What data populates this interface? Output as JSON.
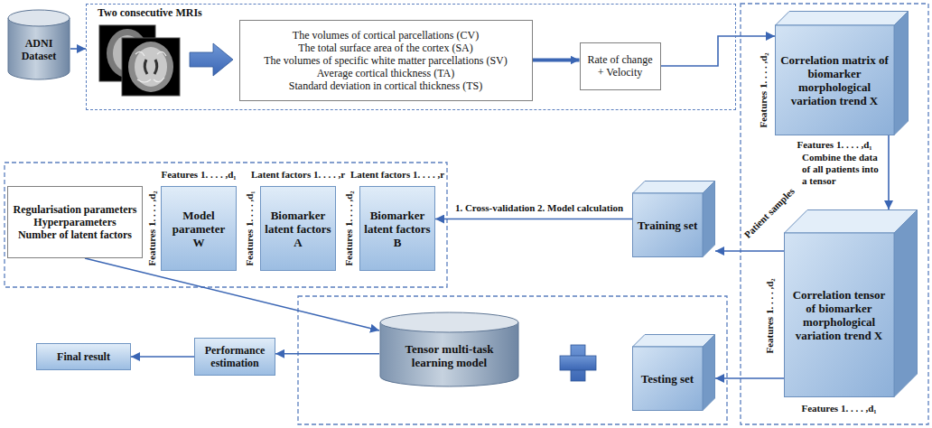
{
  "diagram": {
    "nodes": [
      {
        "text": [
          "ADNI Dataset"
        ]
      },
      {
        "text": [
          "Two consecutive MRIs"
        ]
      },
      {
        "text": [
          "The volumes of cortical parcellations (CV)",
          "The total surface area of the cortex (SA)",
          "The volumes of specific white matter parcellations (SV)",
          "Average cortical thickness (TA)",
          "Standard deviation in cortical thickness (TS)"
        ],
        "in": 1
      },
      {
        "text": [
          "Rate of change + Velocity"
        ],
        "in": 1
      },
      {
        "text": [
          "Correlation matrix of biomarker morphological variation trend X"
        ]
      },
      {
        "text": [
          "Correlation tensor of biomarker morphological variation trend X"
        ]
      },
      {
        "text": [
          "Training set"
        ]
      },
      {
        "text": [
          "Testing set"
        ]
      },
      {
        "text": [
          "Tensor multi-task learning model"
        ]
      },
      {
        "text": [
          "Regularisation parameters",
          "Hyperparameters",
          "Number of latent factors"
        ]
      },
      {
        "text": [
          "Model parameter W"
        ]
      },
      {
        "text": [
          "Biomarker latent factors A"
        ]
      },
      {
        "text": [
          "Biomarker latent factors B"
        ]
      },
      {
        "text": [
          "Performance estimation"
        ]
      },
      {
        "text": [
          "Final result"
        ]
      }
    ],
    "edges": [
      {
        "from": 0,
        "to": 1,
        "arrow": "to"
      },
      {
        "from": 2,
        "to": 3,
        "arrow": "to"
      },
      {
        "from": 3,
        "to": 4,
        "arrow": "to"
      },
      {
        "from": 4,
        "to": 5,
        "label": "Combine the data of all patients into a tensor",
        "arrow": "to"
      },
      {
        "from": 5,
        "to": 6,
        "arrow": "to"
      },
      {
        "from": 5,
        "to": 7,
        "arrow": "to"
      },
      {
        "from": 6,
        "to": 12,
        "label": "1. Cross-validation 2. Model calculation",
        "arrow": "to"
      },
      {
        "from": 9,
        "to": 8,
        "arrow": "to"
      },
      {
        "from": 8,
        "to": 13,
        "arrow": "to"
      },
      {
        "from": 13,
        "to": 14,
        "arrow": "to"
      }
    ],
    "labels": [
      "Features 1. . . . ,d₂",
      "Features 1. . . . ,d₁",
      "Patient samples",
      "Features 1. . . . ,d₂",
      "Features 1. . . . ,d₁",
      "Features 1. . . . ,d₁",
      "Features 1. . . . ,d₂",
      "Latent factors 1. . . . ,r",
      "Features 1. . . . ,d₁",
      "Latent factors 1. . . . ,r",
      "Features 1. . . . ,d₂"
    ]
  }
}
